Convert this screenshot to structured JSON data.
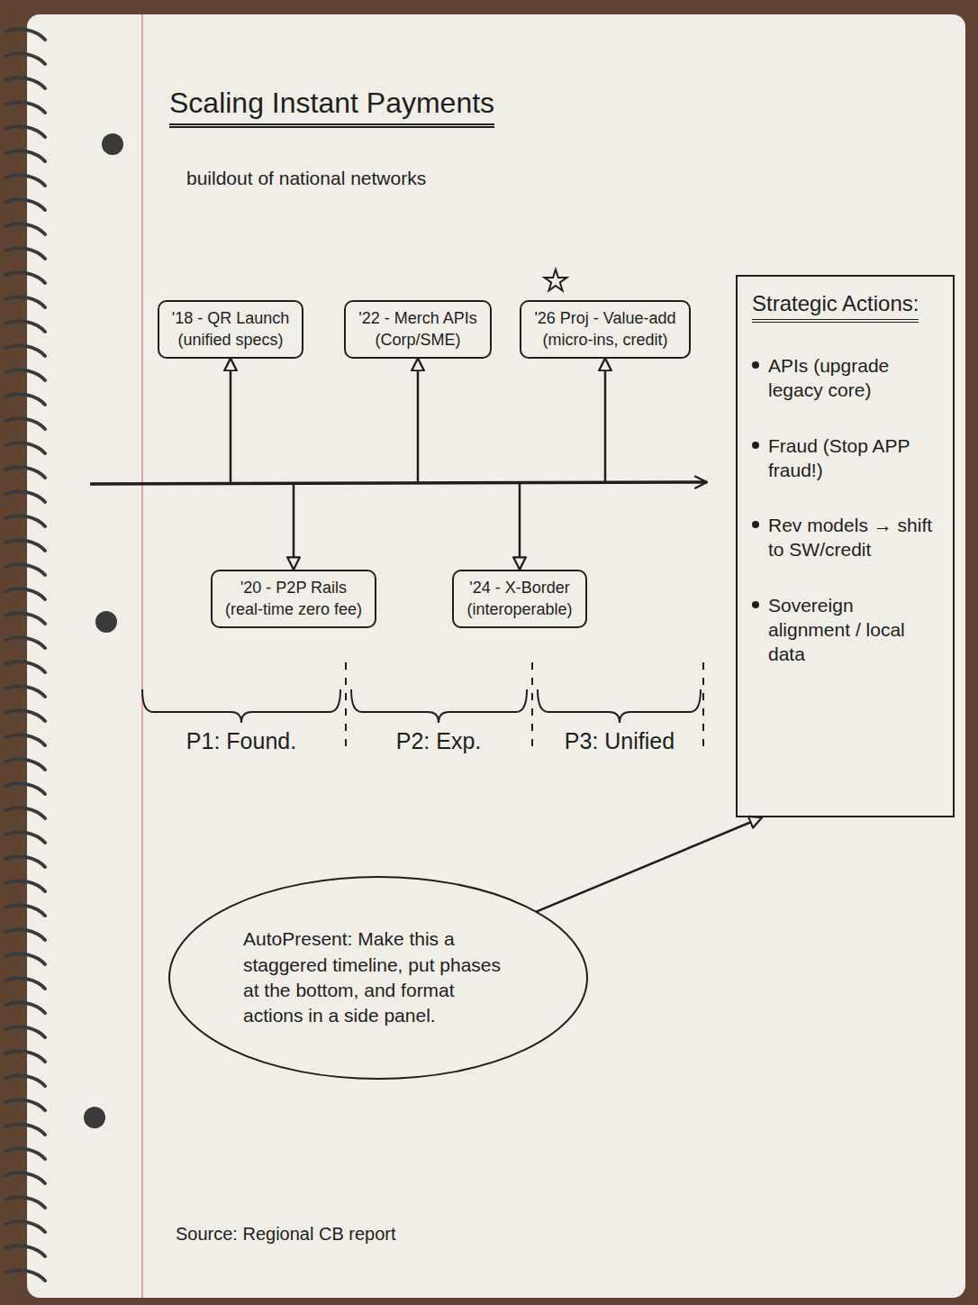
{
  "diagram": {
    "title": "Scaling Instant Payments",
    "caption": "Source: Regional CB report",
    "nodes": [
      {
        "text": [
          "'18 - QR Launch",
          "(unified specs)"
        ]
      },
      {
        "text": [
          "'20 - P2P Rails",
          "(real-time zero fee)"
        ]
      },
      {
        "text": [
          "'22 - Merch APIs",
          "(Corp/SME)"
        ]
      },
      {
        "text": [
          "'24 - X-Border",
          "(interoperable)"
        ]
      },
      {
        "text": [
          "'26 Proj - Value-add",
          "(micro-ins, credit)"
        ]
      },
      {
        "text": [
          "Strategic Actions:",
          "APIs (upgrade legacy core)",
          "Fraud (Stop APP fraud!)",
          "Rev models → shift to SW/credit",
          "Sovereign alignment / local data"
        ]
      },
      {
        "text": [
          "AutoPresent: Make this a staggered timeline, put phases at the bottom, and format actions in a side panel."
        ]
      }
    ],
    "edges": [
      {
        "from": 6,
        "to": 5,
        "arrow": "to"
      }
    ],
    "labels": [
      "buildout of national networks",
      "P1: Found.",
      "P2: Exp.",
      "P3: Unified"
    ]
  }
}
